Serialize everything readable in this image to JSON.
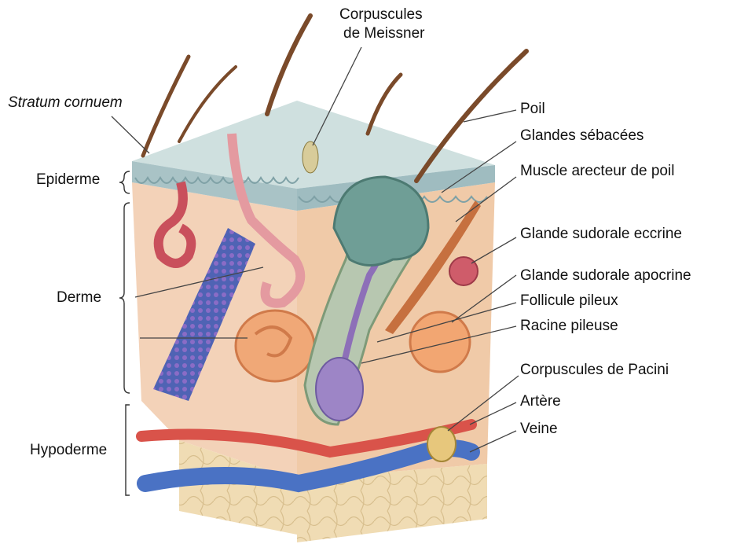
{
  "labels": {
    "corpuscules_meissner_line1": "Corpuscules",
    "corpuscules_meissner_line2": "de Meissner",
    "stratum_cornuem": "Stratum cornuem",
    "epiderme": "Epiderme",
    "derme": "Derme",
    "hypoderme": "Hypoderme",
    "poil": "Poil",
    "glandes_sebacees": "Glandes sébacées",
    "muscle_arecteur": "Muscle arecteur de poil",
    "glande_eccrine": "Glande sudorale eccrine",
    "glande_apocrine": "Glande sudorale apocrine",
    "follicule_pileux": "Follicule pileux",
    "racine_pileuse": "Racine pileuse",
    "corpuscules_pacini": "Corpuscules de Pacini",
    "artere": "Artère",
    "veine": "Veine"
  },
  "colors": {
    "epidermis": "#a9c3c6",
    "dermis": "#f3d2b8",
    "hypodermis": "#efdcb2",
    "artery": "#d9534a",
    "vein": "#4a72c4",
    "sweat_gland": "#d2606a",
    "sebaceous": "#6f9e96",
    "nerve_net": "#6b5aa8"
  }
}
